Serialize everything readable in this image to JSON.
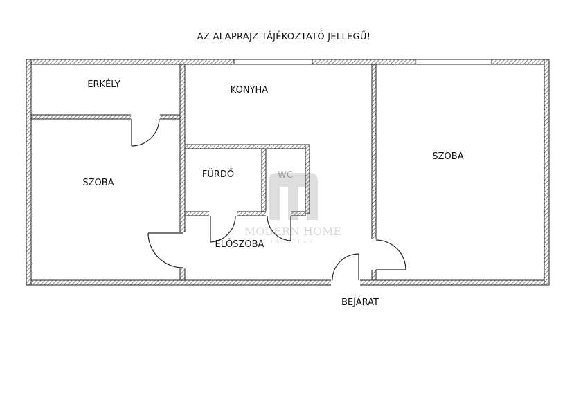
{
  "title": "AZ ALAPRAJZ TÁJÉKOZTATÓ JELLEGŰ!",
  "rooms": {
    "erkely": "ERKÉLY",
    "konyha": "KONYHA",
    "szoba_left": "SZOBA",
    "szoba_right": "SZOBA",
    "furdo": "FÜRDŐ",
    "wc": "WC",
    "eloszoba": "ELŐSZOBA"
  },
  "entrance": "BEJÁRAT",
  "watermark": {
    "logo_letter": "M",
    "name": "MODERN HOME",
    "tagline": "INGATLAN"
  }
}
